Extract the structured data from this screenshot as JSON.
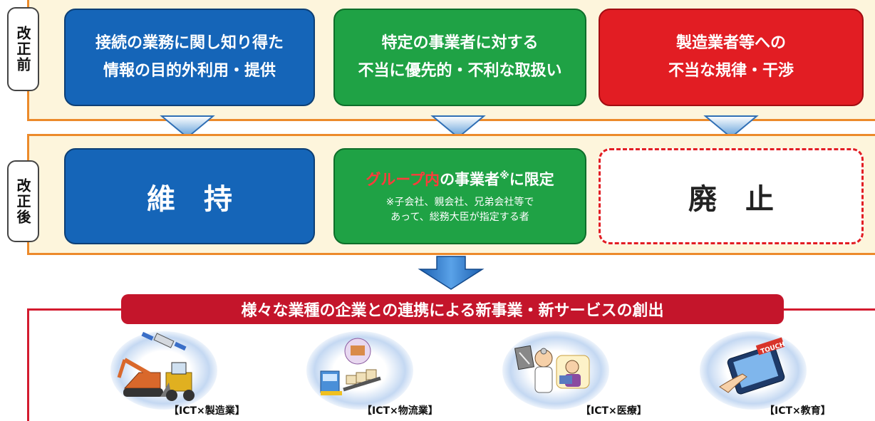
{
  "labels": {
    "before": "改正前",
    "after": "改正後"
  },
  "before": {
    "box1": [
      "接続の業務に関し知り得た",
      "情報の目的外利用・提供"
    ],
    "box2": [
      "特定の事業者に対する",
      "不当に優先的・不利な取扱い"
    ],
    "box3": [
      "製造業者等への",
      "不当な規律・干渉"
    ]
  },
  "after": {
    "box1": "維　持",
    "box2": {
      "accent": "グループ内",
      "main": "の事業者",
      "mark": "※",
      "tail": "に限定",
      "note": [
        "※子会社、親会社、兄弟会社等で",
        "あって、総務大臣が指定する者"
      ]
    },
    "box3": "廃　止"
  },
  "banner": "様々な業種の企業との連携による新事業・新サービスの創出",
  "examples": [
    {
      "label": "【ICT×製造業】",
      "icon": "construction-machinery-icon"
    },
    {
      "label": "【ICT×物流業】",
      "icon": "logistics-icon"
    },
    {
      "label": "【ICT×医療】",
      "icon": "medical-icon"
    },
    {
      "label": "【ICT×教育】",
      "icon": "touch-tablet-icon"
    }
  ],
  "tablet_text": "TOUCH",
  "colors": {
    "orange_border": "#ec8a2b",
    "band_bg": "#fdf5dc",
    "blue": "#1565b8",
    "green": "#1fa245",
    "red": "#e21d23",
    "banner": "#c4152b"
  }
}
